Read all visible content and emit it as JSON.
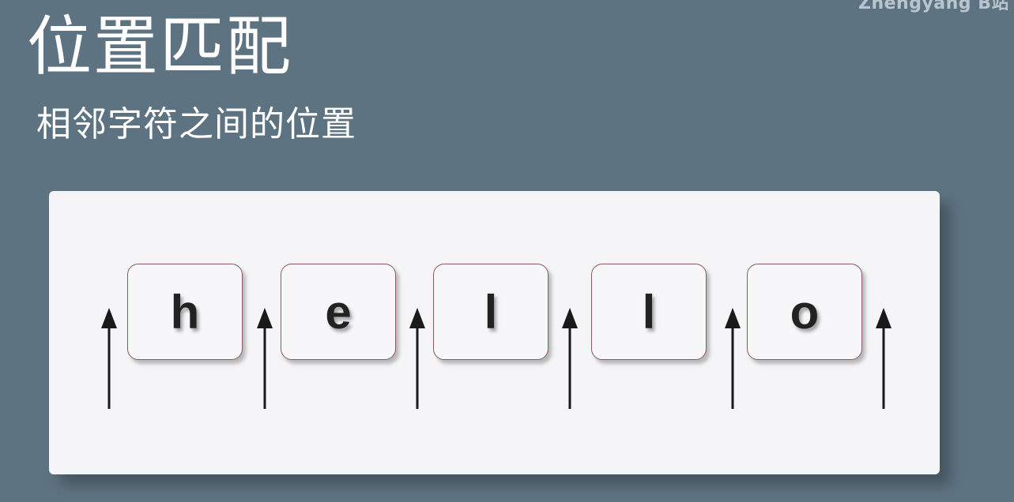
{
  "slide": {
    "watermark": "Zhengyang B站",
    "title": "位置匹配",
    "subtitle": "相邻字符之间的位置"
  },
  "diagram": {
    "characters": [
      "h",
      "e",
      "l",
      "l",
      "o"
    ],
    "arrow_count": 6,
    "colors": {
      "background": "#5e7381",
      "panel": "#f5f4f6",
      "box_border": "#8c5a5a",
      "arrow": "#1a1a1a"
    }
  }
}
